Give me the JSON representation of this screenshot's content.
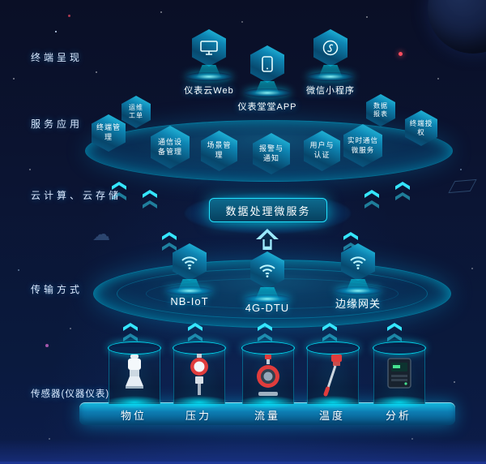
{
  "layers": {
    "terminal": {
      "label": "终端呈现",
      "items": [
        {
          "name": "仪表云Web",
          "icon": "monitor-icon"
        },
        {
          "name": "仪表堂堂APP",
          "icon": "smartphone-icon"
        },
        {
          "name": "微信小程序",
          "icon": "miniprogram-icon"
        }
      ]
    },
    "service": {
      "label": "服务应用",
      "badges": [
        {
          "name": "运维工单"
        },
        {
          "name": "终端管理"
        },
        {
          "name": "通信设备管理"
        },
        {
          "name": "场景管理"
        },
        {
          "name": "报警与通知"
        },
        {
          "name": "用户与认证"
        },
        {
          "name": "实时通信微服务"
        },
        {
          "name": "数据报表"
        },
        {
          "name": "终端授权"
        }
      ]
    },
    "cloud": {
      "label": "云计算、云存储",
      "node": "数据处理微服务"
    },
    "transmission": {
      "label": "传输方式",
      "items": [
        {
          "name": "NB-IoT",
          "icon": "wifi-icon"
        },
        {
          "name": "4G-DTU",
          "icon": "wifi-icon"
        },
        {
          "name": "边缘网关",
          "icon": "wifi-icon"
        }
      ]
    },
    "sensor": {
      "label": "传感器(仪器仪表)",
      "items": [
        {
          "name": "物位",
          "icon": "level-sensor-icon"
        },
        {
          "name": "压力",
          "icon": "pressure-transmitter-icon"
        },
        {
          "name": "流量",
          "icon": "flow-meter-icon"
        },
        {
          "name": "温度",
          "icon": "temperature-probe-icon"
        },
        {
          "name": "分析",
          "icon": "analyzer-icon"
        }
      ]
    }
  },
  "colors": {
    "background": "#0b1432",
    "accent": "#00e0ff",
    "platform": "#0a3058",
    "text": "#ffffff",
    "alert_red": "#e03c3c"
  }
}
